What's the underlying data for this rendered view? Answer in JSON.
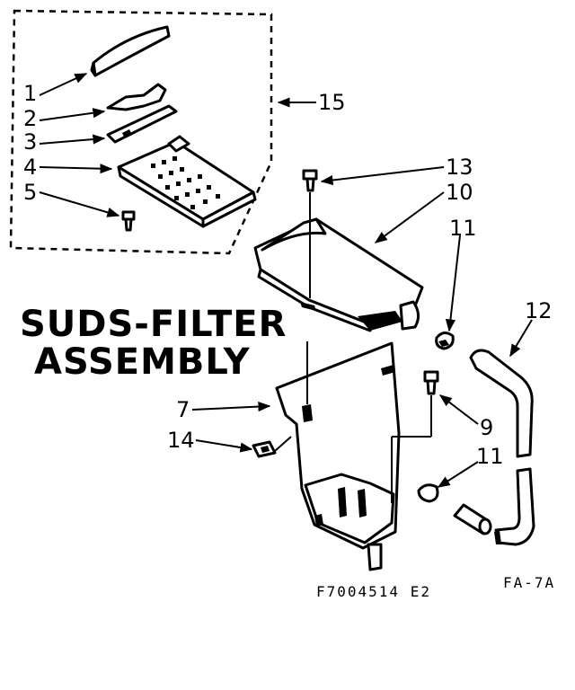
{
  "diagram": {
    "title_line1": "SUDS-FILTER",
    "title_line2": "ASSEMBLY",
    "part_number_code": "F7004514  E2",
    "figure_code": "FA-7A",
    "callouts": {
      "c1": "1",
      "c2": "2",
      "c3": "3",
      "c4": "4",
      "c5": "5",
      "c7": "7",
      "c9": "9",
      "c10": "10",
      "c11a": "11",
      "c11b": "11",
      "c12": "12",
      "c13": "13",
      "c14": "14",
      "c15": "15"
    }
  }
}
